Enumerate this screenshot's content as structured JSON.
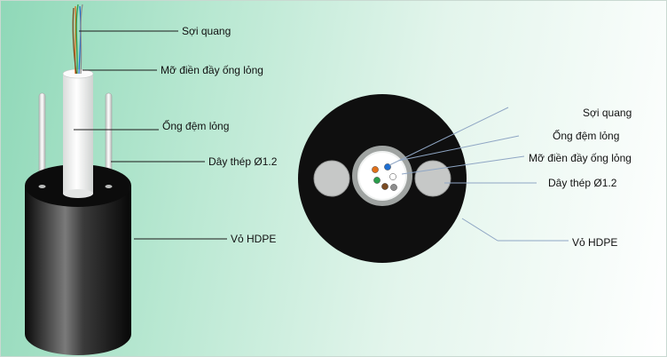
{
  "left_labels": {
    "fiber": "Sợi quang",
    "gel": "Mỡ điền đầy ống lỏng",
    "tube": "Ống đệm lỏng",
    "steel": "Dây thép Ø1.2",
    "sheath": "Vỏ HDPE"
  },
  "right_labels": {
    "fiber": "Sợi quang",
    "tube": "Ống đệm lỏng",
    "gel": "Mỡ điền đầy ống lỏng",
    "steel": "Dây thép Ø1.2",
    "sheath": "Vỏ HDPE"
  },
  "colors": {
    "sheath": "#111111",
    "tube": "#f4f6f5",
    "steel": "#c6c8c7",
    "fiber_blue": "#1f6fd1",
    "fiber_orange": "#e0701a",
    "fiber_green": "#2a9d4a",
    "fiber_brown": "#7a4b22",
    "fiber_gray": "#8d8d8d",
    "fiber_white": "#ffffff"
  }
}
